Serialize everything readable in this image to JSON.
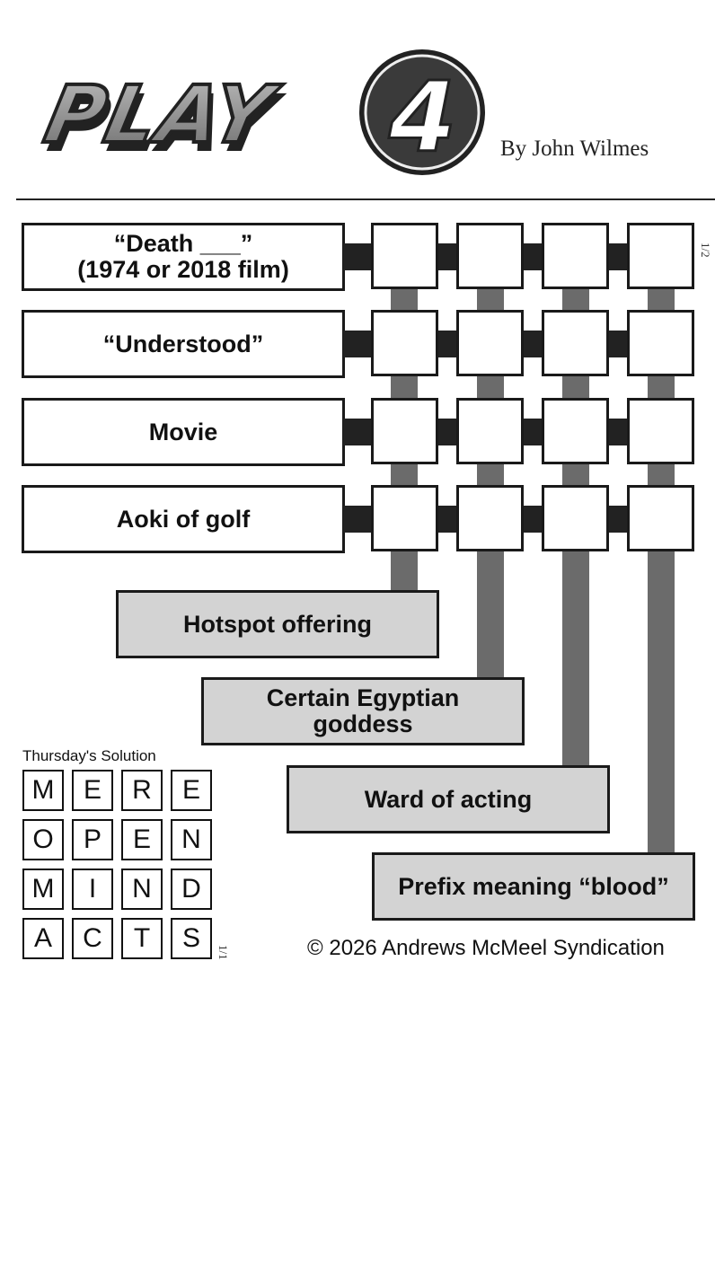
{
  "header": {
    "logo_text": "PLAY4",
    "byline": "By John Wilmes"
  },
  "across_clues": [
    {
      "line1": "“Death ___”",
      "line2": "(1974 or 2018 film)"
    },
    {
      "line1": "“Understood”",
      "line2": ""
    },
    {
      "line1": "Movie",
      "line2": ""
    },
    {
      "line1": "Aoki of golf",
      "line2": ""
    }
  ],
  "down_clues": [
    {
      "line1": "Hotspot offering",
      "line2": ""
    },
    {
      "line1": "Certain Egyptian",
      "line2": "goddess"
    },
    {
      "line1": "Ward of acting",
      "line2": ""
    },
    {
      "line1": "Prefix meaning “blood”",
      "line2": ""
    }
  ],
  "puzzle_tag": "1/2",
  "solution": {
    "title": "Thursday's Solution",
    "rows": [
      [
        "M",
        "E",
        "R",
        "E"
      ],
      [
        "O",
        "P",
        "E",
        "N"
      ],
      [
        "M",
        "I",
        "N",
        "D"
      ],
      [
        "A",
        "C",
        "T",
        "S"
      ]
    ],
    "tag": "1/1"
  },
  "copyright": "© 2026 Andrews McMeel Syndication",
  "colors": {
    "down_box": "#d3d3d3",
    "vertical_bar": "#6b6b6b",
    "border": "#1a1a1a"
  }
}
